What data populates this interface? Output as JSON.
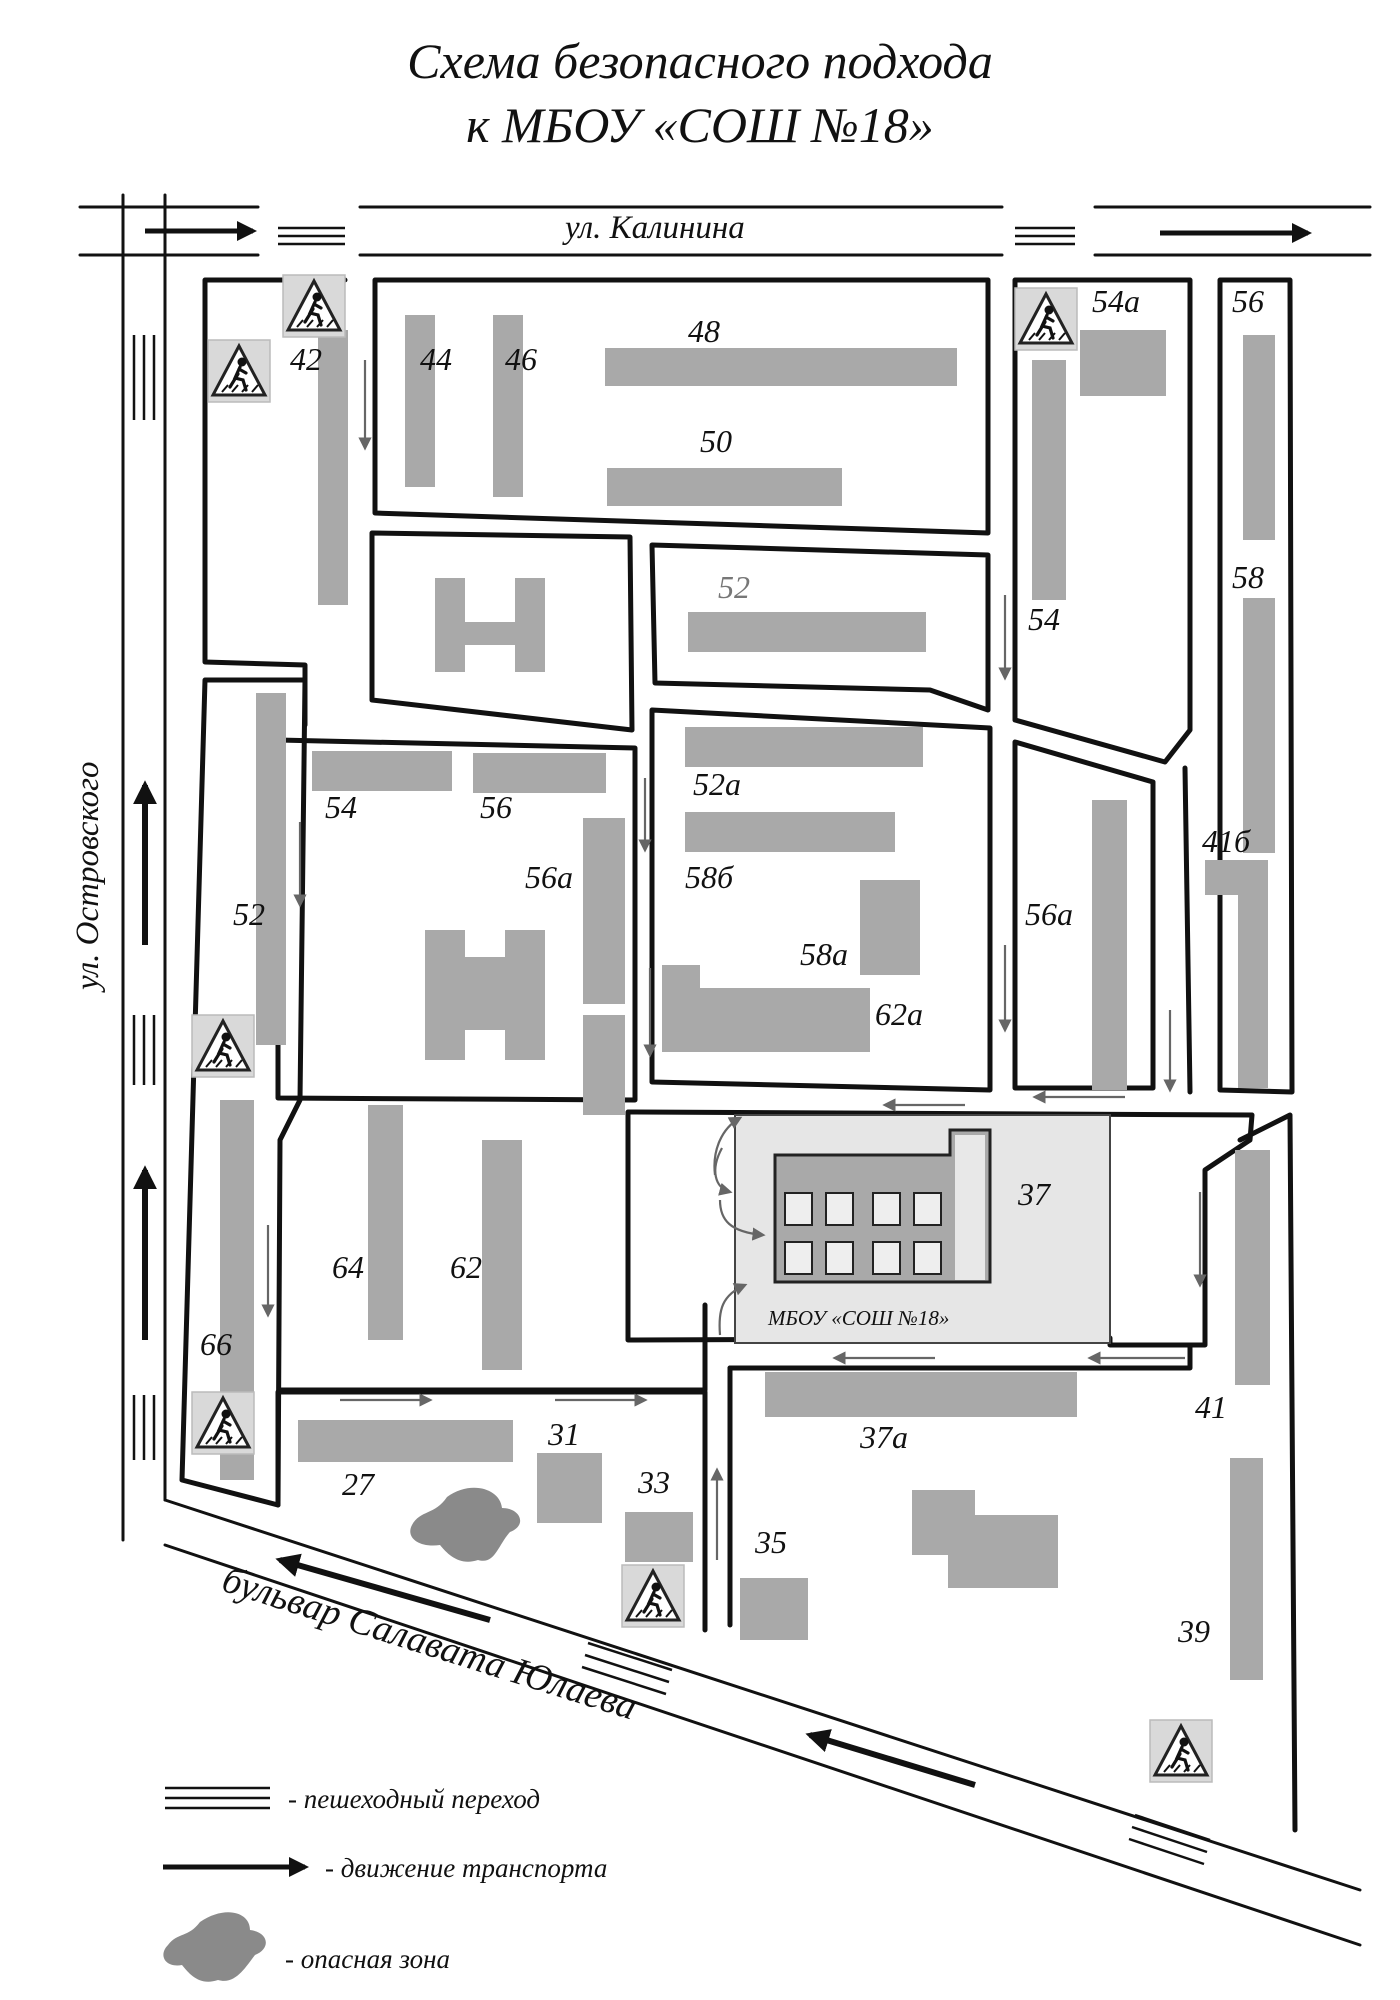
{
  "title": {
    "line1": "Схема безопасного подхода",
    "line2": "к МБОУ «СОШ №18»"
  },
  "streets": {
    "kalinina": "ул. Калинина",
    "ostrovskogo": "ул. Островского",
    "salavata": "бульвар Салавата Юлаева"
  },
  "buildings": {
    "b42": "42",
    "b44": "44",
    "b46": "46",
    "b48": "48",
    "b50": "50",
    "b54a_top": "54а",
    "b56_right": "56",
    "b52_grey": "52",
    "b54_mid": "54",
    "b58": "58",
    "b52a": "52а",
    "b54_left": "54",
    "b56_left": "56",
    "b56a_left": "56а",
    "b58b": "58б",
    "b41b": "41б",
    "b52_left": "52",
    "b58a": "58а",
    "b56a_right": "56а",
    "b62a": "62а",
    "b37": "37",
    "b64": "64",
    "b62": "62",
    "b66": "66",
    "b41": "41",
    "b37a": "37а",
    "b31": "31",
    "b33": "33",
    "b27": "27",
    "b35": "35",
    "b39": "39"
  },
  "school_label": "МБОУ «СОШ №18»",
  "legend": {
    "crossing": "- пешеходный переход",
    "traffic": "- движение транспорта",
    "danger": "- опасная зона"
  },
  "icons": {
    "crosswalk_sign": "pedestrian-crossing-sign-icon",
    "danger_zone": "danger-zone-blob-icon",
    "traffic_arrow": "traffic-direction-arrow-icon",
    "walk_arrow": "walking-route-arrow-icon"
  },
  "colors": {
    "building": "#a9a9a9",
    "school_yard": "#e6e6e6",
    "danger_zone": "#8a8a8a",
    "route_arrow": "#666666"
  }
}
